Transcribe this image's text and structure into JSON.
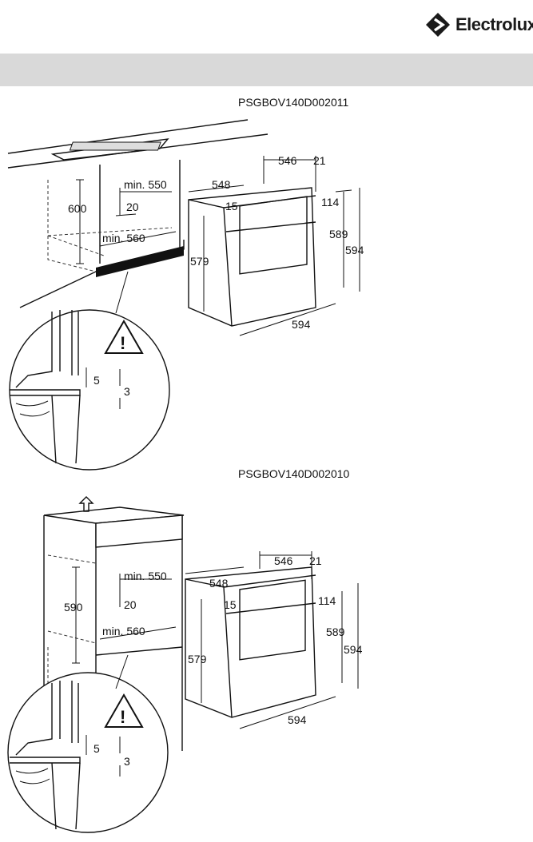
{
  "brand": {
    "name": "Electrolux",
    "icon": "electrolux-logo-icon"
  },
  "figures": [
    {
      "code": "PSGBOV140D002011",
      "labels": {
        "cabinet_height": "600",
        "min_depth": "min. 550",
        "vent_gap": "20",
        "min_width": "min. 560",
        "oven_top_depth": "546",
        "front_depth": "21",
        "oven_width": "548",
        "top_offset": "15",
        "panel_height": "114",
        "body_height": "579",
        "inner_height": "589",
        "total_height": "594",
        "total_width": "594",
        "gap_5": "5",
        "gap_3": "3"
      }
    },
    {
      "code": "PSGBOV140D002010",
      "labels": {
        "cabinet_height": "590",
        "min_depth": "min. 550",
        "vent_gap": "20",
        "min_width": "min. 560",
        "oven_top_depth": "546",
        "front_depth": "21",
        "oven_width": "548",
        "top_offset": "15",
        "panel_height": "114",
        "body_height": "579",
        "inner_height": "589",
        "total_height": "594",
        "total_width": "594",
        "gap_5": "5",
        "gap_3": "3"
      }
    }
  ]
}
